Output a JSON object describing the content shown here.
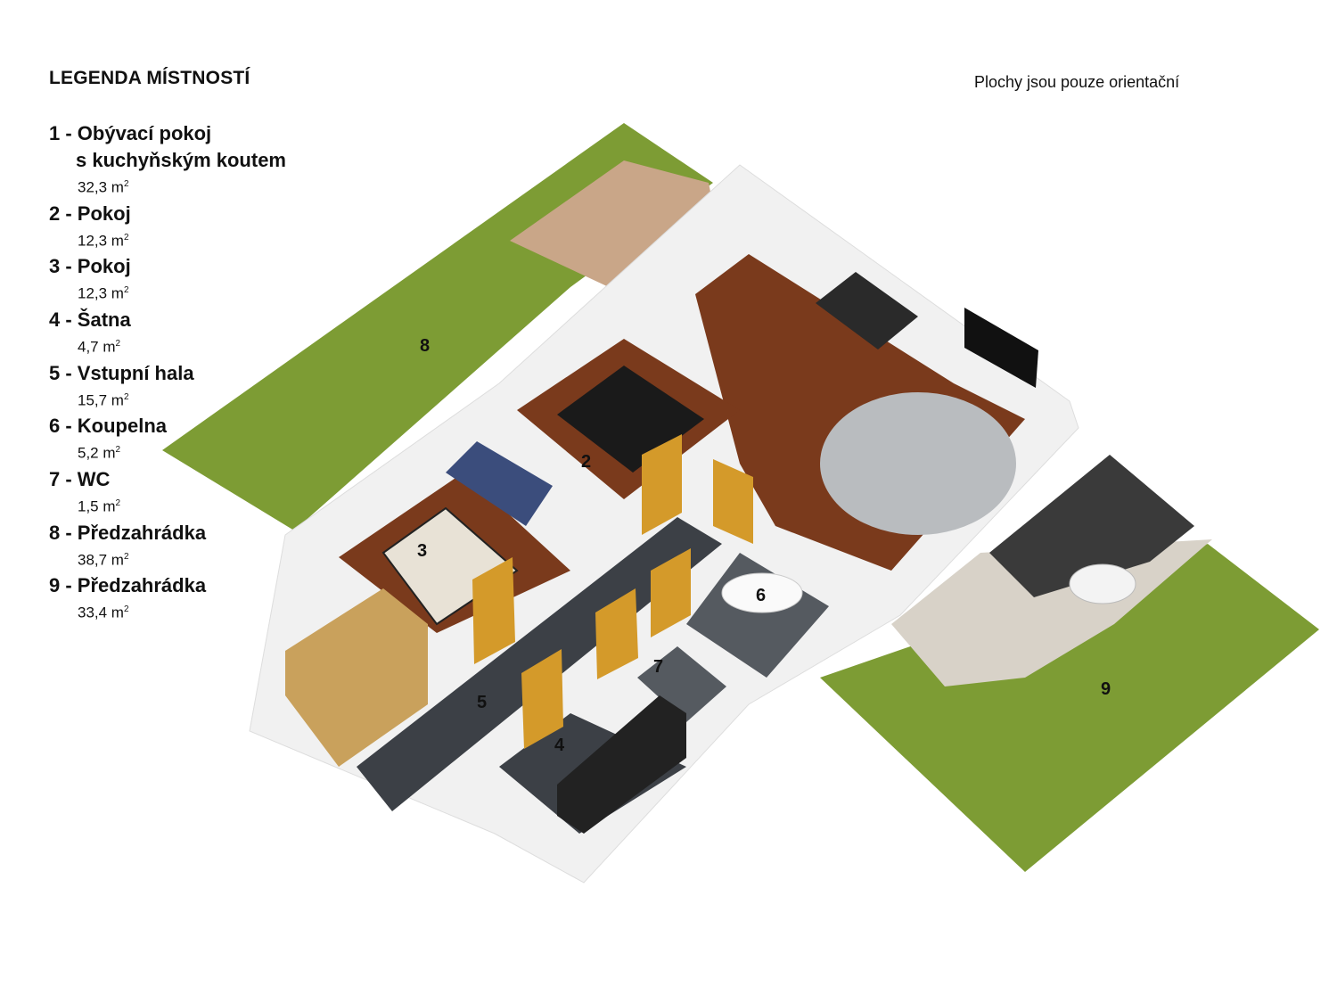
{
  "header": {
    "title": "LEGENDA MÍSTNOSTÍ",
    "note": "Plochy jsou pouze orientační"
  },
  "legend": [
    {
      "label": "1 - Obývací pokoj",
      "label2": "s kuchyňským koutem",
      "area": "32,3 m",
      "unit_sup": "2"
    },
    {
      "label": "2 - Pokoj",
      "area": "12,3 m",
      "unit_sup": "2"
    },
    {
      "label": "3 - Pokoj",
      "area": "12,3 m",
      "unit_sup": "2"
    },
    {
      "label": "4 - Šatna",
      "area": "4,7 m",
      "unit_sup": "2"
    },
    {
      "label": "5 - Vstupní hala",
      "area": "15,7 m",
      "unit_sup": "2"
    },
    {
      "label": "6 - Koupelna",
      "area": "5,2 m",
      "unit_sup": "2"
    },
    {
      "label": "7 - WC",
      "area": "1,5 m",
      "unit_sup": "2"
    },
    {
      "label": "8 - Předzahrádka",
      "area": "38,7 m",
      "unit_sup": "2"
    },
    {
      "label": "9 - Předzahrádka",
      "area": "33,4 m",
      "unit_sup": "2"
    }
  ],
  "plan_labels": {
    "r2": "2",
    "r3": "3",
    "r4": "4",
    "r5": "5",
    "r6": "6",
    "r7": "7",
    "r8": "8",
    "r9": "9"
  },
  "colors": {
    "grass": "#7a9a32",
    "wood": "#7a3a1c",
    "tile": "#3c4046",
    "wall": "#f2f2f2",
    "door": "#d49a2a",
    "deck": "#c9a688",
    "paving": "#d8d2c8"
  }
}
